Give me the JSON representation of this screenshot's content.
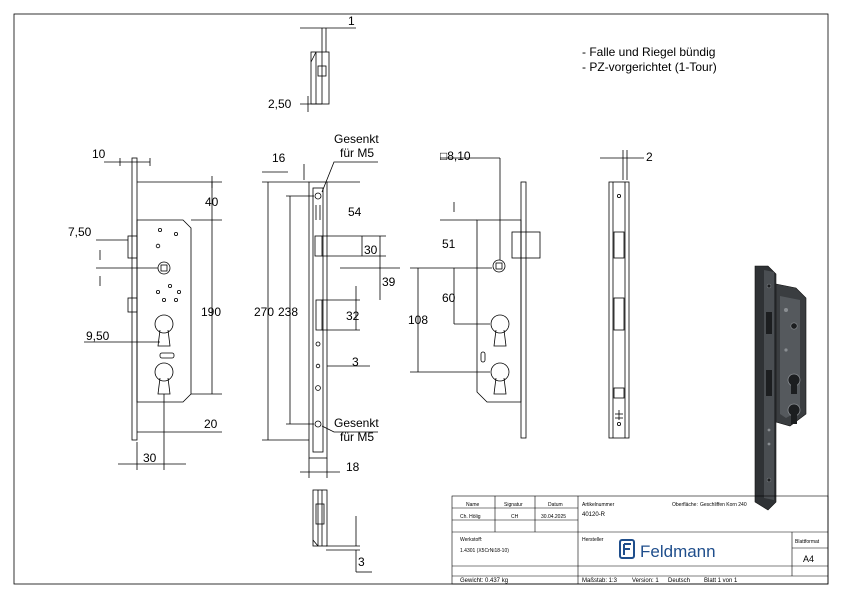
{
  "notes": {
    "line1": "- Falle und Riegel bündig",
    "line2": "- PZ-vorgerichtet (1-Tour)"
  },
  "dimensions": {
    "top_thickness": "1",
    "top_offset": "2,50",
    "left_width": "10",
    "left_latch": "7,50",
    "left_cyl_edge": "9,50",
    "left_top": "40",
    "left_height": "190",
    "left_bottom": "20",
    "left_backset": "30",
    "front_flange": "16",
    "front_total": "270",
    "front_hole_spacing": "238",
    "front_latch": "54",
    "front_latch_h": "30",
    "front_bolt_offset": "39",
    "front_bolt_h": "32",
    "front_plate_w": "3",
    "front_bottom_w": "18",
    "right_square": "□8,10",
    "right_top": "51",
    "right_spacing": "60",
    "right_pz": "108",
    "side_thickness": "2",
    "bottom_plate": "3"
  },
  "callouts": {
    "top_line1": "Gesenkt",
    "top_line2": "für M5",
    "bottom_line1": "Gesenkt",
    "bottom_line2": "für M5"
  },
  "title_block": {
    "col_name": "Name",
    "col_signature": "Signatur",
    "col_date": "Datum",
    "name_value": "Ch. Hölig",
    "signature_value": "CH",
    "date_value": "30.04.2025",
    "article_label": "Artikelnummer",
    "article_value": "40120-R",
    "surface_label": "Oberfläche:",
    "surface_value": "Geschliffen Korn 240",
    "material_label": "Werkstoff:",
    "material_value": "1.4301 (X5CrNi18-10)",
    "manufacturer_label": "Hersteller",
    "brand": "Feldmann",
    "sheet_format_label": "Blattformat",
    "sheet_format_value": "A4",
    "weight": "Gewicht: 0.437 kg",
    "scale": "Maßstab: 1:3",
    "version": "Version: 1",
    "language": "Deutsch",
    "sheet": "Blatt 1 von 1"
  },
  "colors": {
    "line": "#000000",
    "brand_blue": "#1f4e8c",
    "render_dark": "#3a3d40",
    "render_mid": "#6d7175"
  }
}
